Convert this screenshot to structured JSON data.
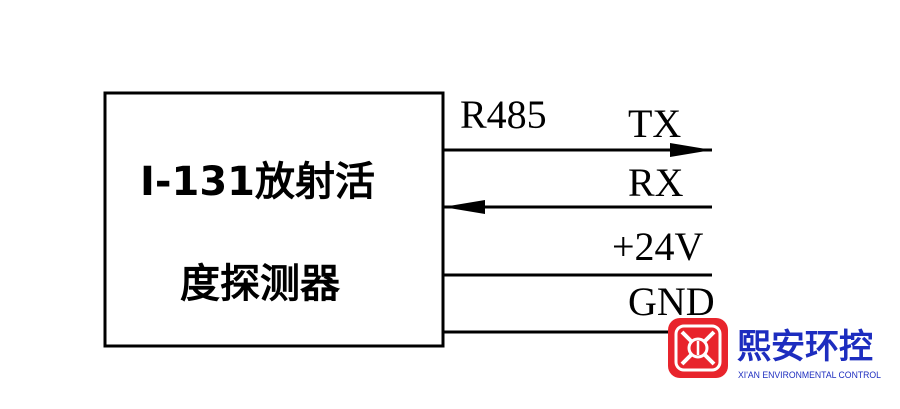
{
  "device": {
    "line1": "I-131放射活",
    "line2": "度探测器"
  },
  "bus": {
    "protocol": "R485",
    "signals": [
      {
        "label": "TX",
        "direction": "out"
      },
      {
        "label": "RX",
        "direction": "in"
      },
      {
        "label": "+24V",
        "direction": "none"
      },
      {
        "label": "GND",
        "direction": "none"
      }
    ]
  },
  "logo": {
    "name_cn": "熙安环控",
    "name_en": "XI'AN ENVIRONMENTAL CONTROL",
    "colors": {
      "red": "#e8242c",
      "blue": "#1d2dbf"
    }
  },
  "colors": {
    "line": "#000000"
  }
}
